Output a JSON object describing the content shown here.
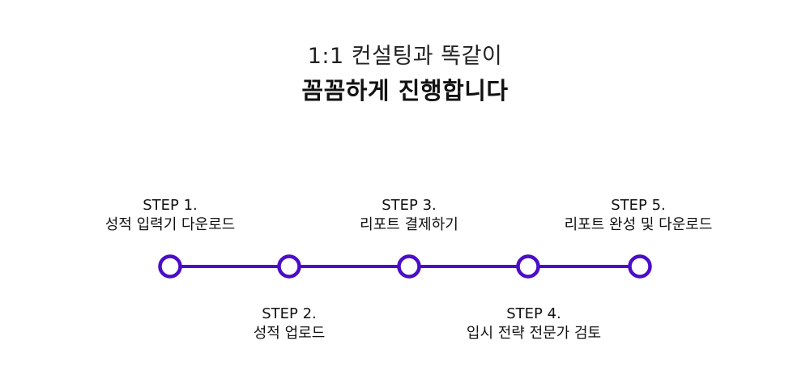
{
  "header": {
    "subtitle": "1:1 컨설팅과 똑같이",
    "title": "꼼꼼하게 진행합니다"
  },
  "colors": {
    "accent": "#4B0DC7"
  },
  "steps": [
    {
      "number": "STEP 1.",
      "label": "성적 입력기 다운로드",
      "position": "top"
    },
    {
      "number": "STEP 2.",
      "label": "성적 업로드",
      "position": "bottom"
    },
    {
      "number": "STEP 3.",
      "label": "리포트 결제하기",
      "position": "top"
    },
    {
      "number": "STEP 4.",
      "label": "입시 전략 전문가 검토",
      "position": "bottom"
    },
    {
      "number": "STEP 5.",
      "label": "리포트 완성 및 다운로드",
      "position": "top"
    }
  ]
}
